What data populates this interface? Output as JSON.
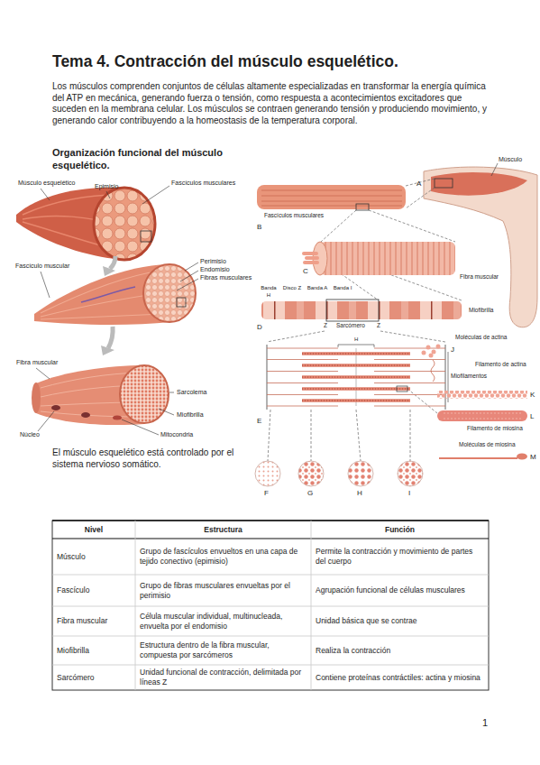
{
  "diagram": {
    "title": "Tema 4. Contracción del músculo esquelético.",
    "labels": [
      "Los músculos comprenden conjuntos de células altamente especializadas en transformar la energía química del ATP en mecánica, generando fuerza o tensión, como respuesta a acontecimientos excitadores que suceden en la membrana celular. Los músculos se contraen generando tensión y produciendo movimiento, y generando calor contribuyendo a la homeostasis de la temperatura corporal.",
      "Organización funcional del músculo esquelético.",
      "Músculo esquelético",
      "Epimisio",
      "Fascículos musculares",
      "Fascículo muscular",
      "Perimisio",
      "Endomisio",
      "Fibras musculares",
      "Fibra muscular",
      "Núcleo",
      "Sarcolema",
      "Miofibrilla",
      "Mitocondria",
      "El músculo esquelético está controlado por el sistema nervioso somático.",
      "Músculo",
      "A",
      "Fascículos musculares",
      "B",
      "C",
      "Fibra muscular",
      "Banda H",
      "Disco Z",
      "Banda A",
      "Banda I",
      "Z",
      "Sarcómero",
      "Z",
      "Miofibrilla",
      "D",
      "H",
      "Miofilamentos",
      "E",
      "Moléculas de actina",
      "J",
      "Filamento de actina",
      "K",
      "Filamento de miosina",
      "L",
      "Moléculas de miosina",
      "M",
      "F",
      "G",
      "H",
      "I",
      "Nivel",
      "Estructura",
      "Función",
      "Músculo",
      "Grupo de fascículos envueltos en una capa de tejido conectivo (epimisio)",
      "Permite la contracción y movimiento de partes del cuerpo",
      "Fascículo",
      "Grupo de fibras musculares envueltas por el perimisio",
      "Agrupación funcional de células musculares",
      "Fibra muscular",
      "Célula muscular individual, multinucleada, envuelta por el endomisio",
      "Unidad básica que se contrae",
      "Miofibrilla",
      "Estructura dentro de la fibra muscular, compuesta por sarcómeros",
      "Realiza la contracción",
      "Sarcómero",
      "Unidad funcional de contracción, delimitada por líneas Z",
      "Contiene proteínas contráctiles: actina y miosina",
      "1"
    ]
  }
}
